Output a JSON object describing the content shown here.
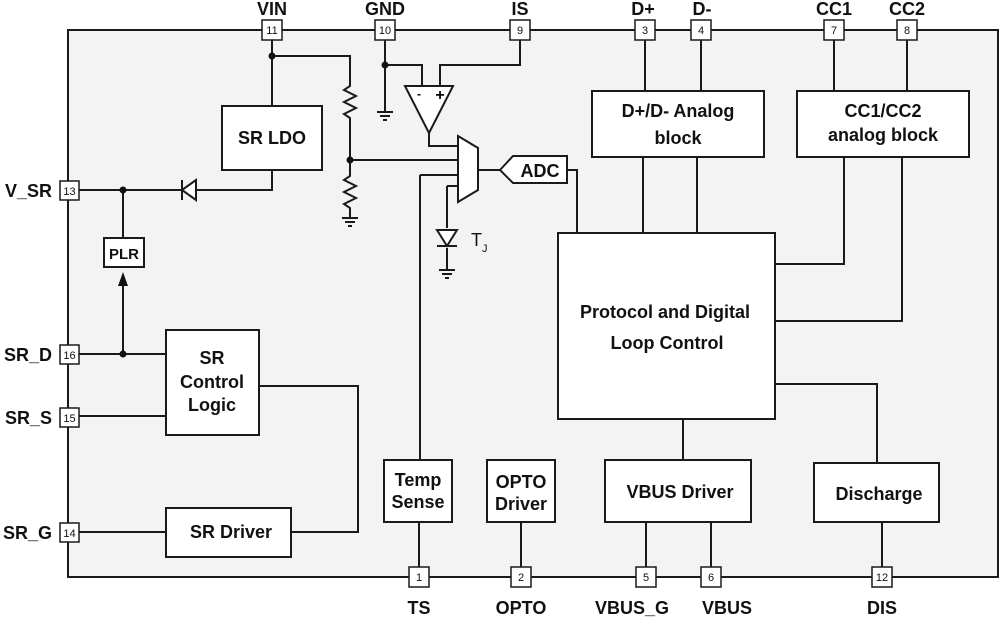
{
  "pins": {
    "top": [
      {
        "name": "VIN",
        "num": "11"
      },
      {
        "name": "GND",
        "num": "10"
      },
      {
        "name": "IS",
        "num": "9"
      },
      {
        "name": "D+",
        "num": "3"
      },
      {
        "name": "D-",
        "num": "4"
      },
      {
        "name": "CC1",
        "num": "7"
      },
      {
        "name": "CC2",
        "num": "8"
      }
    ],
    "left": [
      {
        "name": "V_SR",
        "num": "13"
      },
      {
        "name": "SR_D",
        "num": "16"
      },
      {
        "name": "SR_S",
        "num": "15"
      },
      {
        "name": "SR_G",
        "num": "14"
      }
    ],
    "bottom": [
      {
        "name": "TS",
        "num": "1"
      },
      {
        "name": "OPTO",
        "num": "2"
      },
      {
        "name": "VBUS_G",
        "num": "5"
      },
      {
        "name": "VBUS",
        "num": "6"
      },
      {
        "name": "DIS",
        "num": "12"
      }
    ]
  },
  "blocks": {
    "sr_ldo": [
      "SR LDO"
    ],
    "plr": [
      "PLR"
    ],
    "sr_control": [
      "SR",
      "Control",
      "Logic"
    ],
    "sr_driver": [
      "SR Driver"
    ],
    "adc": [
      "ADC"
    ],
    "dpdm": [
      "D+/D- Analog",
      "block"
    ],
    "cc": [
      "CC1/CC2",
      "analog block"
    ],
    "protocol": [
      "Protocol and Digital",
      "Loop Control"
    ],
    "temp": [
      "Temp",
      "Sense"
    ],
    "opto": [
      "OPTO",
      "Driver"
    ],
    "vbus": [
      "VBUS Driver"
    ],
    "discharge": [
      "Discharge"
    ]
  },
  "labels": {
    "tj": "T",
    "tj_sub": "J",
    "opamp_minus": "-",
    "opamp_plus": "+"
  }
}
